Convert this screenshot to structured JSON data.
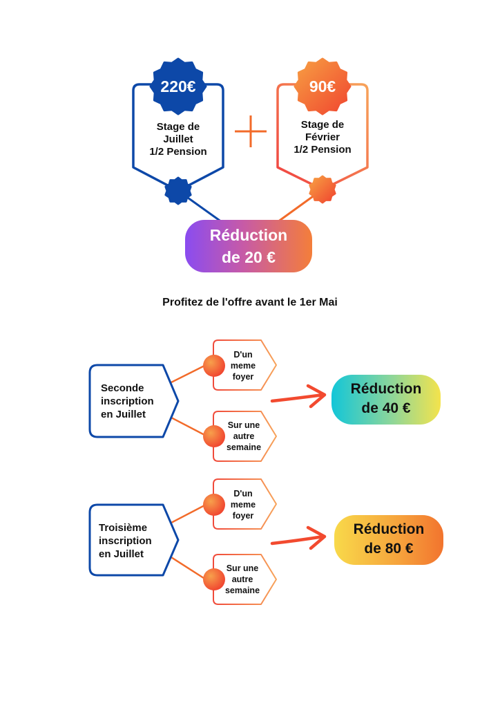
{
  "top": {
    "left_card": {
      "price": "220€",
      "lines": [
        "Stage de",
        "Juillet",
        "1/2 Pension"
      ]
    },
    "plus": "+",
    "right_card": {
      "price": "90€",
      "lines": [
        "Stage de",
        "Février",
        "1/2 Pension"
      ]
    },
    "result": {
      "lines": [
        "Réduction",
        "de 20 €"
      ]
    }
  },
  "headline": "Profitez de l'offre avant le 1er Mai",
  "offers": [
    {
      "label_lines": [
        "Seconde",
        "inscription",
        "en Juillet"
      ],
      "option_a_lines": [
        "D'un",
        "meme",
        "foyer"
      ],
      "option_b_lines": [
        "Sur une",
        "autre",
        "semaine"
      ],
      "result_lines": [
        "Réduction",
        "de 40 €"
      ]
    },
    {
      "label_lines": [
        "Troisième",
        "inscription",
        "en Juillet"
      ],
      "option_a_lines": [
        "D'un",
        "meme",
        "foyer"
      ],
      "option_b_lines": [
        "Sur une",
        "autre",
        "semaine"
      ],
      "result_lines": [
        "Réduction",
        "de 80 €"
      ]
    }
  ],
  "colors": {
    "blue": "#0d48a8",
    "orange": "#f26b2a",
    "red": "#f24a3c",
    "purple": "#8a4cf0",
    "teal": "#12c6d8",
    "yellow": "#f4e34c",
    "text": "#111111"
  },
  "icons": [
    "plus-icon",
    "arrow-right-icon",
    "badge-seal-icon",
    "connector-dot-icon"
  ]
}
